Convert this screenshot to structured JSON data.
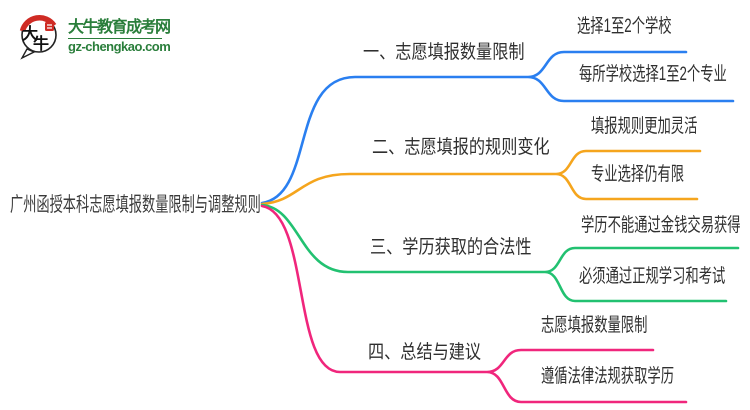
{
  "logo": {
    "title": "大牛教育成考网",
    "url": "gz-chengkao.com",
    "badge_chars": "大牛",
    "brand_green": "#2a7e3b",
    "badge_red": "#cf2b24"
  },
  "mindmap": {
    "root": {
      "label": "广州函授本科志愿填报数量限制与调整规则"
    },
    "branches": [
      {
        "label": "一、志愿填报数量限制",
        "color": "#2a7ff0",
        "children": [
          "选择1至2个学校",
          "每所学校选择1至2个专业"
        ]
      },
      {
        "label": "二、志愿填报的规则变化",
        "color": "#f5a51d",
        "children": [
          "填报规则更加灵活",
          "专业选择仍有限"
        ]
      },
      {
        "label": "三、学历获取的合法性",
        "color": "#22c171",
        "children": [
          "学历不能通过金钱交易获得",
          "必须通过正规学习和考试"
        ]
      },
      {
        "label": "四、总结与建议",
        "color": "#f0267c",
        "children": [
          "志愿填报数量限制",
          "遵循法律法规获取学历"
        ]
      }
    ]
  }
}
